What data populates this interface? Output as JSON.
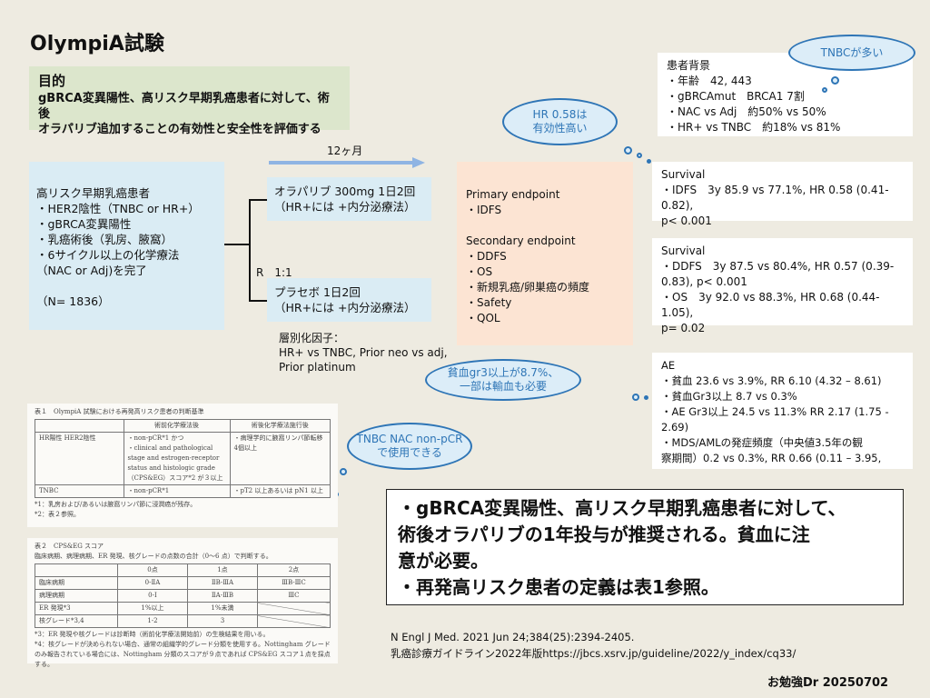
{
  "title": "OlympiA試験",
  "goal": {
    "heading": "目的",
    "lines": [
      "gBRCA変異陽性、高リスク早期乳癌患者に対して、術後",
      "オラパリブ追加することの有効性と安全性を評価する"
    ]
  },
  "patients": {
    "lines": [
      "高リスク早期乳癌患者",
      "・HER2陰性（TNBC or HR+）",
      "・gBRCA変異陽性",
      "・乳癌術後（乳房、腋窩）",
      "・6サイクル以上の化学療法",
      "（NAC or Adj)を完了",
      "",
      "（N= 1836）"
    ]
  },
  "duration": "12ヶ月",
  "randomization": "R　1:1",
  "arms": [
    {
      "lines": [
        "オラパリブ 300mg 1日2回",
        "（HR+には +内分泌療法）"
      ]
    },
    {
      "lines": [
        "プラセボ  1日2回",
        "（HR+には +内分泌療法）"
      ]
    }
  ],
  "stratification": {
    "lines": [
      "層別化因子：",
      "HR+ vs TNBC, Prior neo vs adj,",
      "Prior platinum"
    ]
  },
  "endpoints": {
    "lines": [
      "Primary endpoint",
      "・IDFS",
      "",
      "Secondary endpoint",
      "・DDFS",
      "・OS",
      "・新規乳癌/卵巣癌の頻度",
      "・Safety",
      "・QOL"
    ]
  },
  "background": {
    "lines": [
      "患者背景",
      "・年齢　42, 443",
      "・gBRCAmut　BRCA1 7割",
      "・NAC vs Adj　約50% vs 50%",
      "・HR+ vs TNBC　約18% vs 81%"
    ]
  },
  "survival1": {
    "lines": [
      "Survival",
      "・IDFS　3y 85.9 vs 77.1%, HR 0.58 (0.41-0.82),",
      "p< 0.001"
    ]
  },
  "survival2": {
    "lines": [
      "Survival",
      "・DDFS　3y 87.5 vs 80.4%, HR 0.57 (0.39-",
      "0.83), p< 0.001",
      "・OS　3y 92.0 vs 88.3%, HR 0.68 (0.44-1.05),",
      "p= 0.02"
    ]
  },
  "ae": {
    "lines": [
      "AE",
      "・貧血 23.6 vs 3.9%, RR 6.10 (4.32 – 8.61)",
      "・貧血Gr3以上 8.7 vs 0.3%",
      "・AE Gr3以上 24.5 vs 11.3% RR 2.17 (1.75 -",
      "2.69)",
      "・MDS/AMLの発症頻度（中央値3.5年の観",
      "察期間）0.2 vs 0.3%, RR 0.66 (0.11 – 3.95,"
    ]
  },
  "callouts": {
    "tnbc": [
      "TNBCが多い"
    ],
    "hr": [
      "HR 0.58は",
      "有効性高い"
    ],
    "anemia": [
      "貧血gr3以上が8.7%、",
      "一部は輸血も必要"
    ],
    "nac": [
      "TNBC NAC non-pCR",
      "で使用できる"
    ]
  },
  "table1": {
    "caption": "表１　OlympiA 試験における再発高リスク患者の判断基準",
    "headers": [
      "",
      "術前化学療法後",
      "術後化学療法施行後"
    ],
    "rows": [
      [
        "HR陽性 HER2陰性",
        "・non-pCR*1 かつ\n・clinical and pathological stage and estrogen-receptor status and histologic grade（CPS&EG）スコア*2 が３以上",
        "・病理学的に腋窩リンパ節転移4個以上"
      ],
      [
        "TNBC",
        "・non-pCR*1",
        "・pT2 以上あるいは pN1 以上"
      ]
    ],
    "notes": [
      "*1：乳房および/あるいは腋窩リンパ節に浸潤癌が残存。",
      "*2：表２参照。"
    ]
  },
  "table2": {
    "caption": "表２　CPS&EG スコア",
    "subcaption": "臨床病期、病理病期、ER 発現、核グレードの点数の合計（0〜6 点）で判断する。",
    "headers": [
      "",
      "0点",
      "1点",
      "2点"
    ],
    "rows": [
      [
        "臨床病期",
        "0-ⅡA",
        "ⅡB-ⅢA",
        "ⅢB-ⅢC"
      ],
      [
        "病理病期",
        "0-Ⅰ",
        "ⅡA-ⅢB",
        "ⅢC"
      ],
      [
        "ER 発現*3",
        "1%以上",
        "1%未満",
        ""
      ],
      [
        "核グレード*3,4",
        "1-2",
        "3",
        ""
      ]
    ],
    "notes": [
      "*3：ER 発現や核グレードは診断時（術前化学療法開始前）の生検結果を用いる。",
      "*4：核グレードが決められない場合、通常の組織学的グレード分類を使用する。Nottingham グレードのみ報告されている場合には、Nottingham 分類のスコアが９点であれば CPS&EG スコア１点を採点する。"
    ]
  },
  "summary": {
    "lines": [
      "・gBRCA変異陽性、高リスク早期乳癌患者に対して、",
      "術後オラパリブの1年投与が推奨される。貧血に注",
      "意が必要。",
      "・再発高リスク患者の定義は表1参照。"
    ]
  },
  "references": [
    "N Engl J Med. 2021 Jun 24;384(25):2394-2405.",
    "乳癌診療ガイドライン2022年版https://jbcs.xsrv.jp/guideline/2022/y_index/cq33/"
  ],
  "footer": "お勉強Dr 20250702",
  "colors": {
    "goal": "#dce6cc",
    "patient": "#daecf4",
    "endpoint": "#fce4d3",
    "callout": "#2e75b6",
    "arrow": "#8fb4e3"
  }
}
